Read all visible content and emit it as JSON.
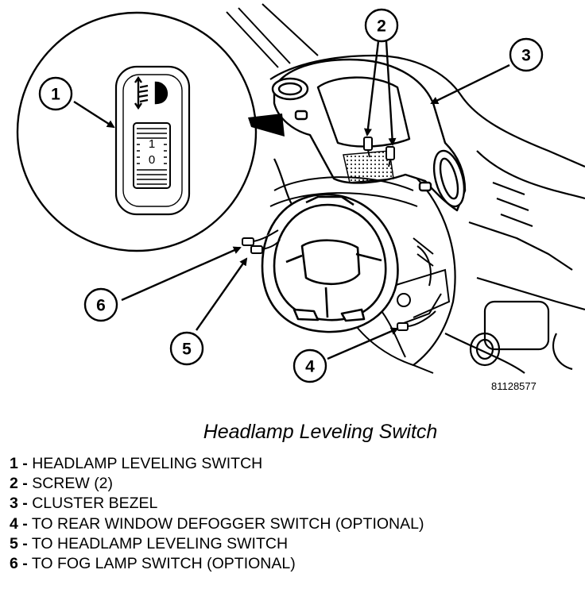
{
  "figure": {
    "id": "81128577",
    "callouts": [
      "1",
      "2",
      "3",
      "4",
      "5",
      "6"
    ],
    "switch_dial": {
      "top_mark": "1",
      "bottom_mark": "0"
    }
  },
  "title": "Headlamp Leveling Switch",
  "legend": [
    {
      "num": "1 -",
      "text": "HEADLAMP LEVELING SWITCH"
    },
    {
      "num": "2 -",
      "text": "SCREW (2)"
    },
    {
      "num": "3 -",
      "text": "CLUSTER BEZEL"
    },
    {
      "num": "4 -",
      "text": "TO REAR WINDOW DEFOGGER SWITCH (OPTIONAL)"
    },
    {
      "num": "5 -",
      "text": "TO HEADLAMP LEVELING SWITCH"
    },
    {
      "num": "6 -",
      "text": "TO FOG LAMP SWITCH (OPTIONAL)"
    }
  ]
}
